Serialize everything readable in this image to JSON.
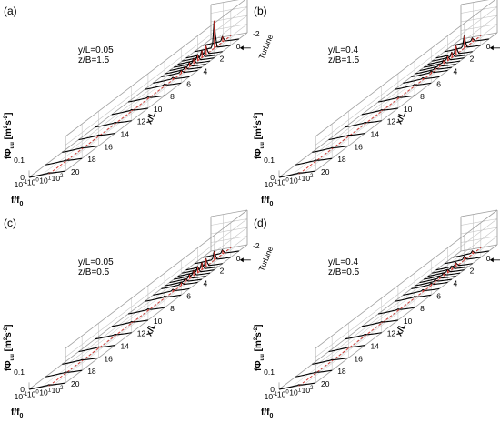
{
  "chart_data": [
    {
      "panel": "(a)",
      "type": "surface-waterfall",
      "annotation": [
        "y/L=0.05",
        "z/B=1.5"
      ],
      "xlabel": "x/L",
      "ylabel_parts": [
        "fΦ",
        "uu",
        "[m",
        "2",
        "s",
        "-2",
        "]"
      ],
      "freq_label": [
        "f/f",
        "0"
      ],
      "z_ticks": [
        "0",
        "0.1"
      ],
      "x_ticks": [
        "-2",
        "0",
        "2",
        "4",
        "6",
        "8",
        "10",
        "12",
        "14",
        "16",
        "18",
        "20"
      ],
      "freq_ticks": [
        "10",
        "10",
        "10",
        "10"
      ],
      "freq_exponents": [
        "-1",
        "0",
        "1",
        "2"
      ],
      "turbine_label": "Turbine",
      "turbine_x": 0,
      "xlim": [
        -2,
        20
      ],
      "zlim": [
        0,
        0.2
      ],
      "series": [
        {
          "x": -1,
          "peak": 0.03
        },
        {
          "x": 0,
          "peak": 0.16
        },
        {
          "x": 1,
          "peak": 0.05
        },
        {
          "x": 1.5,
          "peak": 0.04
        },
        {
          "x": 2,
          "peak": 0.035
        },
        {
          "x": 2.5,
          "peak": 0.03
        },
        {
          "x": 3,
          "peak": 0.025
        },
        {
          "x": 3.5,
          "peak": 0.02
        },
        {
          "x": 4,
          "peak": 0.015
        },
        {
          "x": 5,
          "peak": 0.01
        },
        {
          "x": 6,
          "peak": 0.008
        },
        {
          "x": 8,
          "peak": 0.006
        },
        {
          "x": 10,
          "peak": 0.005
        },
        {
          "x": 12,
          "peak": 0.004
        },
        {
          "x": 14,
          "peak": 0.004
        },
        {
          "x": 16,
          "peak": 0.003
        },
        {
          "x": 18,
          "peak": 0.003
        },
        {
          "x": 20,
          "peak": 0.003
        }
      ]
    },
    {
      "panel": "(b)",
      "type": "surface-waterfall",
      "annotation": [
        "y/L=0.4",
        "z/B=1.5"
      ],
      "xlabel": "x/L",
      "ylabel_parts": [
        "fΦ",
        "uu",
        "[m",
        "2",
        "s",
        "-2",
        "]"
      ],
      "freq_label": [
        "f/f",
        "0"
      ],
      "z_ticks": [
        "0",
        "0.1"
      ],
      "x_ticks": [
        "-2",
        "0",
        "2",
        "4",
        "6",
        "8",
        "10",
        "12",
        "14",
        "16",
        "18",
        "20"
      ],
      "freq_ticks": [
        "10",
        "10",
        "10",
        "10"
      ],
      "freq_exponents": [
        "-1",
        "0",
        "1",
        "2"
      ],
      "turbine_label": "Turbine",
      "turbine_x": 0,
      "xlim": [
        -2,
        20
      ],
      "zlim": [
        0,
        0.2
      ],
      "series": [
        {
          "x": -1,
          "peak": 0.02
        },
        {
          "x": 0,
          "peak": 0.07
        },
        {
          "x": 1,
          "peak": 0.05
        },
        {
          "x": 1.5,
          "peak": 0.03
        },
        {
          "x": 2,
          "peak": 0.025
        },
        {
          "x": 2.5,
          "peak": 0.02
        },
        {
          "x": 3,
          "peak": 0.015
        },
        {
          "x": 3.5,
          "peak": 0.012
        },
        {
          "x": 4,
          "peak": 0.01
        },
        {
          "x": 5,
          "peak": 0.008
        },
        {
          "x": 6,
          "peak": 0.006
        },
        {
          "x": 8,
          "peak": 0.005
        },
        {
          "x": 10,
          "peak": 0.004
        },
        {
          "x": 12,
          "peak": 0.004
        },
        {
          "x": 14,
          "peak": 0.003
        },
        {
          "x": 16,
          "peak": 0.003
        },
        {
          "x": 18,
          "peak": 0.003
        },
        {
          "x": 20,
          "peak": 0.003
        }
      ]
    },
    {
      "panel": "(c)",
      "type": "surface-waterfall",
      "annotation": [
        "y/L=0.05",
        "z/B=0.5"
      ],
      "xlabel": "x/L",
      "ylabel_parts": [
        "fΦ",
        "uu",
        "[m",
        "2",
        "s",
        "-2",
        "]"
      ],
      "freq_label": [
        "f/f",
        "0"
      ],
      "z_ticks": [
        "0",
        "0.1"
      ],
      "x_ticks": [
        "-2",
        "0",
        "2",
        "4",
        "6",
        "8",
        "10",
        "12",
        "14",
        "16",
        "18",
        "20"
      ],
      "freq_ticks": [
        "10",
        "10",
        "10",
        "10"
      ],
      "freq_exponents": [
        "-1",
        "0",
        "1",
        "2"
      ],
      "turbine_label": "Turbine",
      "turbine_x": 0,
      "xlim": [
        -2,
        20
      ],
      "zlim": [
        0,
        0.2
      ],
      "series": [
        {
          "x": -1,
          "peak": 0.02
        },
        {
          "x": 0,
          "peak": 0.05
        },
        {
          "x": 1,
          "peak": 0.045
        },
        {
          "x": 1.5,
          "peak": 0.04
        },
        {
          "x": 2,
          "peak": 0.035
        },
        {
          "x": 2.5,
          "peak": 0.03
        },
        {
          "x": 3,
          "peak": 0.025
        },
        {
          "x": 3.5,
          "peak": 0.02
        },
        {
          "x": 4,
          "peak": 0.015
        },
        {
          "x": 5,
          "peak": 0.01
        },
        {
          "x": 6,
          "peak": 0.008
        },
        {
          "x": 8,
          "peak": 0.006
        },
        {
          "x": 10,
          "peak": 0.005
        },
        {
          "x": 12,
          "peak": 0.004
        },
        {
          "x": 14,
          "peak": 0.004
        },
        {
          "x": 16,
          "peak": 0.003
        },
        {
          "x": 18,
          "peak": 0.003
        },
        {
          "x": 20,
          "peak": 0.003
        }
      ]
    },
    {
      "panel": "(d)",
      "type": "surface-waterfall",
      "annotation": [
        "y/L=0.4",
        "z/B=0.5"
      ],
      "xlabel": "x/L",
      "ylabel_parts": [
        "fΦ",
        "uu",
        "[m",
        "2",
        "s",
        "-2",
        "]"
      ],
      "freq_label": [
        "f/f",
        "0"
      ],
      "z_ticks": [
        "0",
        "0.1"
      ],
      "x_ticks": [
        "-2",
        "0",
        "2",
        "4",
        "6",
        "8",
        "10",
        "12",
        "14",
        "16",
        "18",
        "20"
      ],
      "freq_ticks": [
        "10",
        "10",
        "10",
        "10"
      ],
      "freq_exponents": [
        "-1",
        "0",
        "1",
        "2"
      ],
      "turbine_label": "Turbine",
      "turbine_x": 0,
      "xlim": [
        -2,
        20
      ],
      "zlim": [
        0,
        0.2
      ],
      "series": [
        {
          "x": -1,
          "peak": 0.015
        },
        {
          "x": 0,
          "peak": 0.02
        },
        {
          "x": 1,
          "peak": 0.02
        },
        {
          "x": 1.5,
          "peak": 0.018
        },
        {
          "x": 2,
          "peak": 0.016
        },
        {
          "x": 2.5,
          "peak": 0.014
        },
        {
          "x": 3,
          "peak": 0.012
        },
        {
          "x": 3.5,
          "peak": 0.01
        },
        {
          "x": 4,
          "peak": 0.009
        },
        {
          "x": 5,
          "peak": 0.008
        },
        {
          "x": 6,
          "peak": 0.006
        },
        {
          "x": 8,
          "peak": 0.005
        },
        {
          "x": 10,
          "peak": 0.004
        },
        {
          "x": 12,
          "peak": 0.004
        },
        {
          "x": 14,
          "peak": 0.003
        },
        {
          "x": 16,
          "peak": 0.003
        },
        {
          "x": 18,
          "peak": 0.003
        },
        {
          "x": 20,
          "peak": 0.003
        }
      ]
    }
  ],
  "colors": {
    "box": "#a0a0a0",
    "grid": "#c4c4c4",
    "curve": "#000000",
    "centerline": "#d0302a",
    "text": "#000000"
  }
}
